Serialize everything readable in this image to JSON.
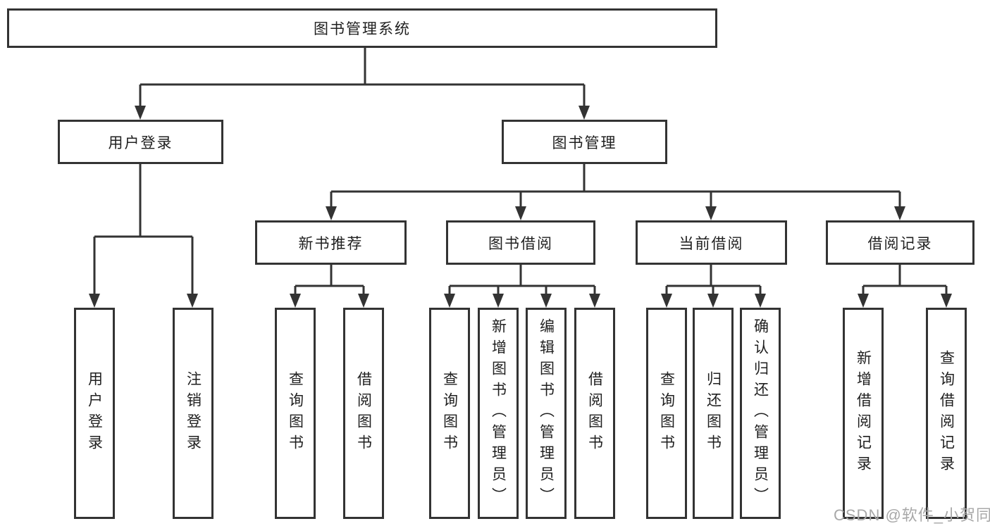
{
  "tree": {
    "label": "图书管理系统",
    "children": [
      {
        "label": "用户登录",
        "children": [
          {
            "label": "用户登录"
          },
          {
            "label": "注销登录"
          }
        ]
      },
      {
        "label": "图书管理",
        "children": [
          {
            "label": "新书推荐",
            "children": [
              {
                "label": "查询图书"
              },
              {
                "label": "借阅图书"
              }
            ]
          },
          {
            "label": "图书借阅",
            "children": [
              {
                "label": "查询图书"
              },
              {
                "label": "新增图书（管理员）"
              },
              {
                "label": "编辑图书（管理员）"
              },
              {
                "label": "借阅图书"
              }
            ]
          },
          {
            "label": "当前借阅",
            "children": [
              {
                "label": "查询图书"
              },
              {
                "label": "归还图书"
              },
              {
                "label": "确认归还（管理员）"
              }
            ]
          },
          {
            "label": "借阅记录",
            "children": [
              {
                "label": "新增借阅记录"
              },
              {
                "label": "查询借阅记录"
              }
            ]
          }
        ]
      }
    ]
  },
  "watermark": {
    "text": "CSDN @软件_小贺同学"
  },
  "colors": {
    "line": "#333333",
    "text": "#1f1f1f",
    "watermark": "#a8a8a8",
    "background": "#ffffff"
  }
}
